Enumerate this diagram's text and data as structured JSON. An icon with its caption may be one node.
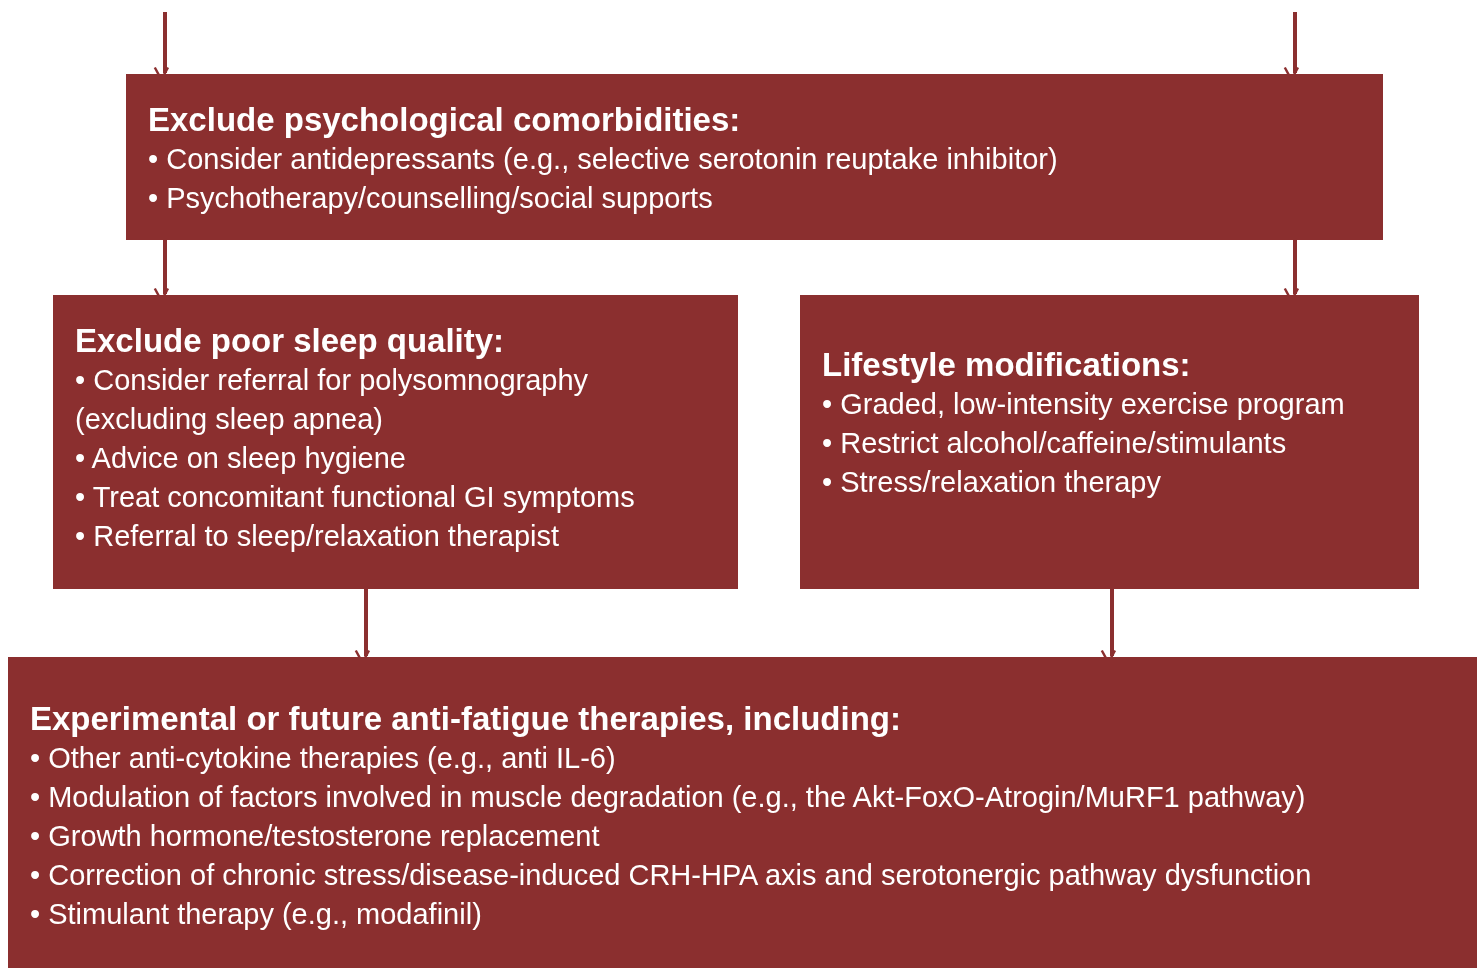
{
  "diagram": {
    "nodes": [
      {
        "text": [
          "Exclude psychological comorbidities:",
          "• Consider antidepressants (e.g., selective serotonin reuptake inhibitor)",
          "• Psychotherapy/counselling/social supports"
        ]
      },
      {
        "text": [
          "Exclude poor sleep quality:",
          "•  Consider referral for polysomnography (excluding sleep apnea)",
          "• Advice on sleep hygiene",
          "• Treat concomitant functional GI symptoms",
          "• Referral to sleep/relaxation therapist"
        ]
      },
      {
        "text": [
          "Lifestyle modifications:",
          "• Graded, low-intensity exercise program",
          "• Restrict alcohol/caffeine/stimulants",
          "• Stress/relaxation therapy"
        ]
      },
      {
        "text": [
          "Experimental or future anti-fatigue therapies, including:",
          "• Other anti-cytokine therapies (e.g., anti IL-6)",
          "• Modulation of factors involved in muscle degradation (e.g., the Akt-FoxO-Atrogin/MuRF1 pathway)",
          "• Growth hormone/testosterone replacement",
          "• Correction of chronic stress/disease-induced CRH-HPA axis and serotonergic pathway dysfunction",
          "• Stimulant therapy (e.g., modafinil)"
        ]
      }
    ],
    "edges": [
      {
        "from": null,
        "to": 0,
        "arrow": "to"
      },
      {
        "from": null,
        "to": 0,
        "arrow": "to"
      },
      {
        "from": 0,
        "to": 1,
        "arrow": "to"
      },
      {
        "from": 0,
        "to": 2,
        "arrow": "to"
      },
      {
        "from": 1,
        "to": 3,
        "arrow": "to"
      },
      {
        "from": 2,
        "to": 3,
        "arrow": "to"
      }
    ]
  }
}
